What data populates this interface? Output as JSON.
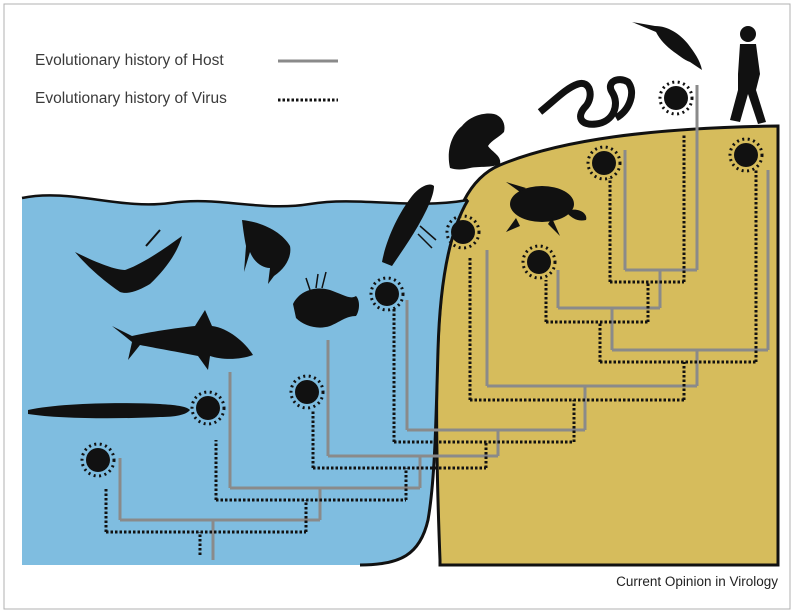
{
  "legend": {
    "host_label": "Evolutionary history of Host",
    "virus_label": "Evolutionary history of Virus"
  },
  "credit": "Current Opinion in Virology",
  "colors": {
    "water": "#7fbde0",
    "land": "#d6bc5c",
    "host_line": "#8a8a8a",
    "virus_line": "#1a1a1a",
    "silhouette": "#111111",
    "frame": "#b0b0b0"
  },
  "icons": {
    "host_line": "solid-line",
    "virus_line": "dotted-line",
    "virus": "spiky-virus-icon",
    "animals": [
      "eel",
      "manta-ray",
      "shark",
      "angelfish",
      "lionfish",
      "coelacanth",
      "frog",
      "turtle",
      "snake",
      "bird",
      "human"
    ]
  }
}
